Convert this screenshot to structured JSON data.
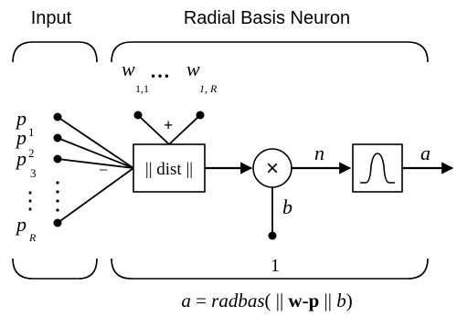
{
  "headers": {
    "input": "Input",
    "neuron": "Radial Basis Neuron"
  },
  "inputs": {
    "symbols": [
      "p",
      "p",
      "p",
      "p"
    ],
    "superscripts": [
      "1",
      "2",
      "3"
    ],
    "subscript_R": "R",
    "vertical_ellipsis": "⋮"
  },
  "weights": {
    "symbol_first": "w",
    "sub_first": "1,1",
    "ellipsis": "…",
    "symbol_last": "w",
    "sub_last": "1, R",
    "plus": "+",
    "minus": "−"
  },
  "blocks": {
    "dist": "|| dist ||",
    "multiply": "×",
    "bias": "b",
    "net": "n",
    "output": "a",
    "constant": "1"
  },
  "equation": {
    "lhs": "a",
    "equals": " = ",
    "func": "radbas",
    "open": "( || ",
    "bold": "w-p",
    "close": " || ",
    "bias": "b",
    "end": ")"
  },
  "colors": {
    "stroke": "#000000",
    "background": "#ffffff"
  }
}
